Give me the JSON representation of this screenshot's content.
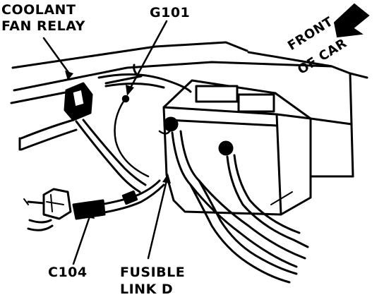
{
  "labels": {
    "coolant_line1": "COOLANT",
    "coolant_line2": "FAN RELAY",
    "ground": "G101",
    "front_line1": "FRONT",
    "front_line2": "OF CAR",
    "connector": "C104",
    "fusible_line1": "FUSIBLE",
    "fusible_line2": "LINK D"
  },
  "colors": {
    "ink": "#000000",
    "paper": "#ffffff"
  },
  "icons": {
    "direction": "arrow-up-right-icon"
  }
}
